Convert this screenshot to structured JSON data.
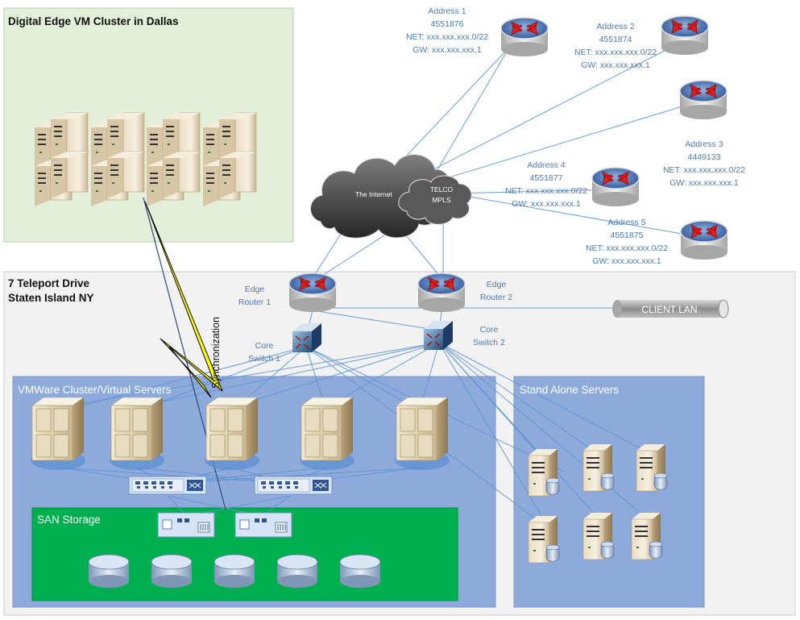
{
  "zones": {
    "dallas": "Digital Edge VM Cluster in Dallas",
    "teleport_l1": "7 Teleport Drive",
    "teleport_l2": "Staten Island NY",
    "vmware": "VMWare Cluster/Virtual Servers",
    "standalone": "Stand Alone Servers",
    "san": "SAN Storage"
  },
  "clouds": {
    "internet": "The Internet",
    "telco_l1": "TELCO",
    "telco_l2": "MPLS"
  },
  "addresses": [
    {
      "name": "Address 1",
      "id": "4551876",
      "net": "NET: xxx.xxx.xxx.0/22",
      "gw": "GW: xxx.xxx.xxx.1"
    },
    {
      "name": "Address 2",
      "id": "4551874",
      "net": "NET: xxx.xxx.xxx.0/22",
      "gw": "GW: xxx.xxx.xxx.1"
    },
    {
      "name": "Address 3",
      "id": "4449133",
      "net": "NET: xxx.xxx.xxx.0/22",
      "gw": "GW: xxx.xxx.xxx.1"
    },
    {
      "name": "Address 4",
      "id": "4551877",
      "net": "NET: xxx.xxx.xxx.0/22",
      "gw": "GW: xxx.xxx.xxx.1"
    },
    {
      "name": "Address 5",
      "id": "4551875",
      "net": "NET: xxx.xxx.xxx.0/22",
      "gw": "GW: xxx.xxx.xxx.1"
    }
  ],
  "routers": {
    "edge1_l1": "Edge",
    "edge1_l2": "Router 1",
    "edge2_l1": "Edge",
    "edge2_l2": "Router 2"
  },
  "switches": {
    "core1_l1": "Core",
    "core1_l2": "Switch 1",
    "core2_l1": "Core",
    "core2_l2": "Switch 2"
  },
  "client_lan": "CLIENT LAN",
  "sync_label": "Synchronization",
  "colors": {
    "dallas_bg": "#e3efd9",
    "teleport_bg": "#f2f2f2",
    "vmware_bg": "#8eaadb",
    "san_bg": "#00b050",
    "link": "#5b93d3",
    "router_arrow": "#c00000",
    "sync_bolt": "#ffff00"
  }
}
